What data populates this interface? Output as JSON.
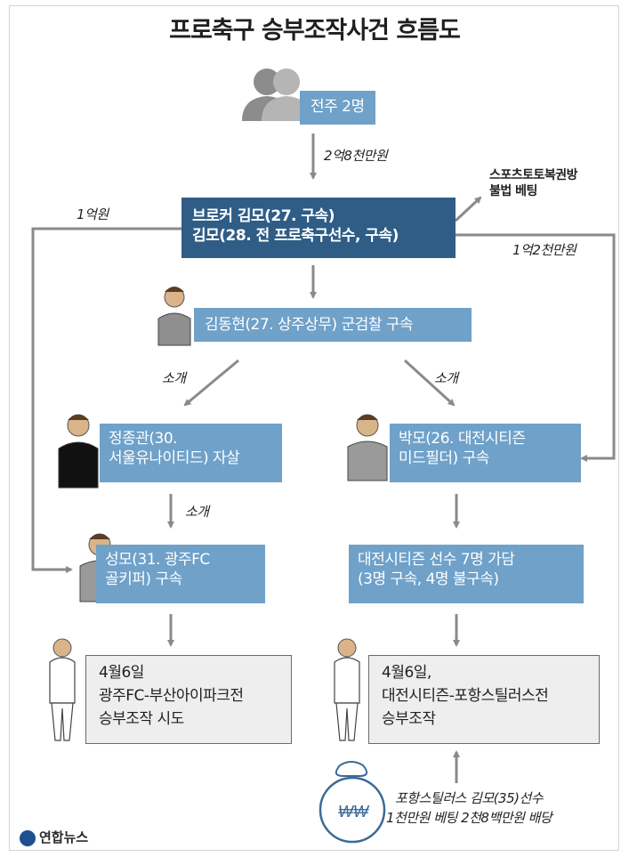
{
  "title": "프로축구 승부조작사건 흐름도",
  "source_boxes": {
    "financiers": "전주 2명",
    "brokers": [
      "브로커 김모(27. 구속)",
      "김모(28. 전 프로축구선수, 구속)"
    ],
    "kim_donghyun": "김동현(27. 상주상무) 군검찰 구속",
    "jung_jonggwan": [
      "정종관(30.",
      "서울유나이티드) 자살"
    ],
    "park": [
      "박모(26. 대전시티즌",
      "미드필더) 구속"
    ],
    "seong": [
      "성모(31. 광주FC",
      "골키퍼) 구속"
    ],
    "daejeon_players": [
      "대전시티즌 선수 7명 가담",
      "(3명 구속, 4명 불구속)"
    ],
    "gwangju_match": [
      "4월6일",
      "광주FC-부산아이파크전",
      "승부조작 시도"
    ],
    "daejeon_match": [
      "4월6일,",
      "대전시티즌-포항스틸러스전",
      "승부조작"
    ]
  },
  "notes": {
    "money_280m": "2억8천만원",
    "sports_toto": [
      "스포츠토토복권방",
      "불법 베팅"
    ],
    "money_100m": "1억원",
    "money_120m": "1억2천만원",
    "intro_left": "소개",
    "intro_right": "소개",
    "intro_down": "소개",
    "pohang_kim": [
      "포항스틸러스 김모(35)선수",
      "1천만원 베팅 2천8백만원 배당"
    ]
  },
  "logo": "연합뉴스",
  "colors": {
    "dark_box": "#2f5d86",
    "light_box": "#6fa1c9",
    "grey_box": "#eeeeee",
    "arrow": "#8a8a8a"
  }
}
